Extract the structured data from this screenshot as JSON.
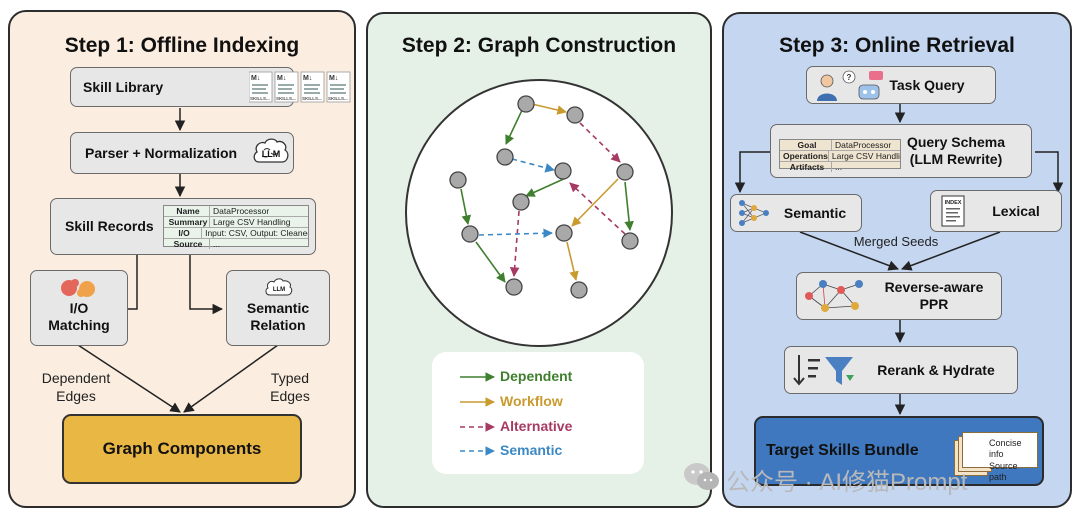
{
  "step1": {
    "title": "Step 1: Offline Indexing",
    "skill_library": "Skill Library",
    "skill_file_label": "M↓",
    "skill_file_caption": "SKILLS...",
    "parser": "Parser + Normalization",
    "llm": "LLM",
    "skill_records": "Skill Records",
    "record_rows": [
      {
        "key": "Name",
        "value": "DataProcessor"
      },
      {
        "key": "Summary",
        "value": "Large CSV Handling"
      },
      {
        "key": "I/O",
        "value": "Input: CSV, Output: Cleaned CSV"
      },
      {
        "key": "Source",
        "value": "..."
      }
    ],
    "io_matching": "I/O\nMatching",
    "semantic_relation": "Semantic\nRelation",
    "dependent_edges": "Dependent\nEdges",
    "typed_edges": "Typed\nEdges",
    "graph_components": "Graph Components"
  },
  "step2": {
    "title": "Step 2: Graph Construction",
    "legend": [
      {
        "label": "Dependent",
        "color": "#3f7f2e",
        "dashed": false
      },
      {
        "label": "Workflow",
        "color": "#c99a2e",
        "dashed": false
      },
      {
        "label": "Alternative",
        "color": "#a63a62",
        "dashed": true
      },
      {
        "label": "Semantic",
        "color": "#3b88c4",
        "dashed": true
      }
    ]
  },
  "step3": {
    "title": "Step 3: Online Retrieval",
    "task_query": "Task Query",
    "query_bubble": "?",
    "query_schema": "Query Schema\n(LLM Rewrite)",
    "schema_rows": [
      {
        "key": "Goal",
        "value": "DataProcessor"
      },
      {
        "key": "Operations",
        "value": "Large CSV Handling"
      },
      {
        "key": "Artifacts",
        "value": "..."
      }
    ],
    "semantic": "Semantic",
    "lexical": "Lexical",
    "index_label": "INDEX",
    "merged_seeds": "Merged Seeds",
    "ppr": "Reverse-aware\nPPR",
    "rerank": "Rerank & Hydrate",
    "target": "Target Skills Bundle",
    "bundle_line1": "Concise info",
    "bundle_line2": "Source path"
  },
  "watermark": "公众号 · AI修猫Prompt",
  "colors": {
    "step1_bg": "#fbeee0",
    "step2_bg": "#e5f1e7",
    "step3_bg": "#c5d6f1",
    "graph_components": "#e8b744",
    "target_bundle": "#3f78bf",
    "node": "#a9a9a9",
    "box": "#e7e7e7"
  }
}
